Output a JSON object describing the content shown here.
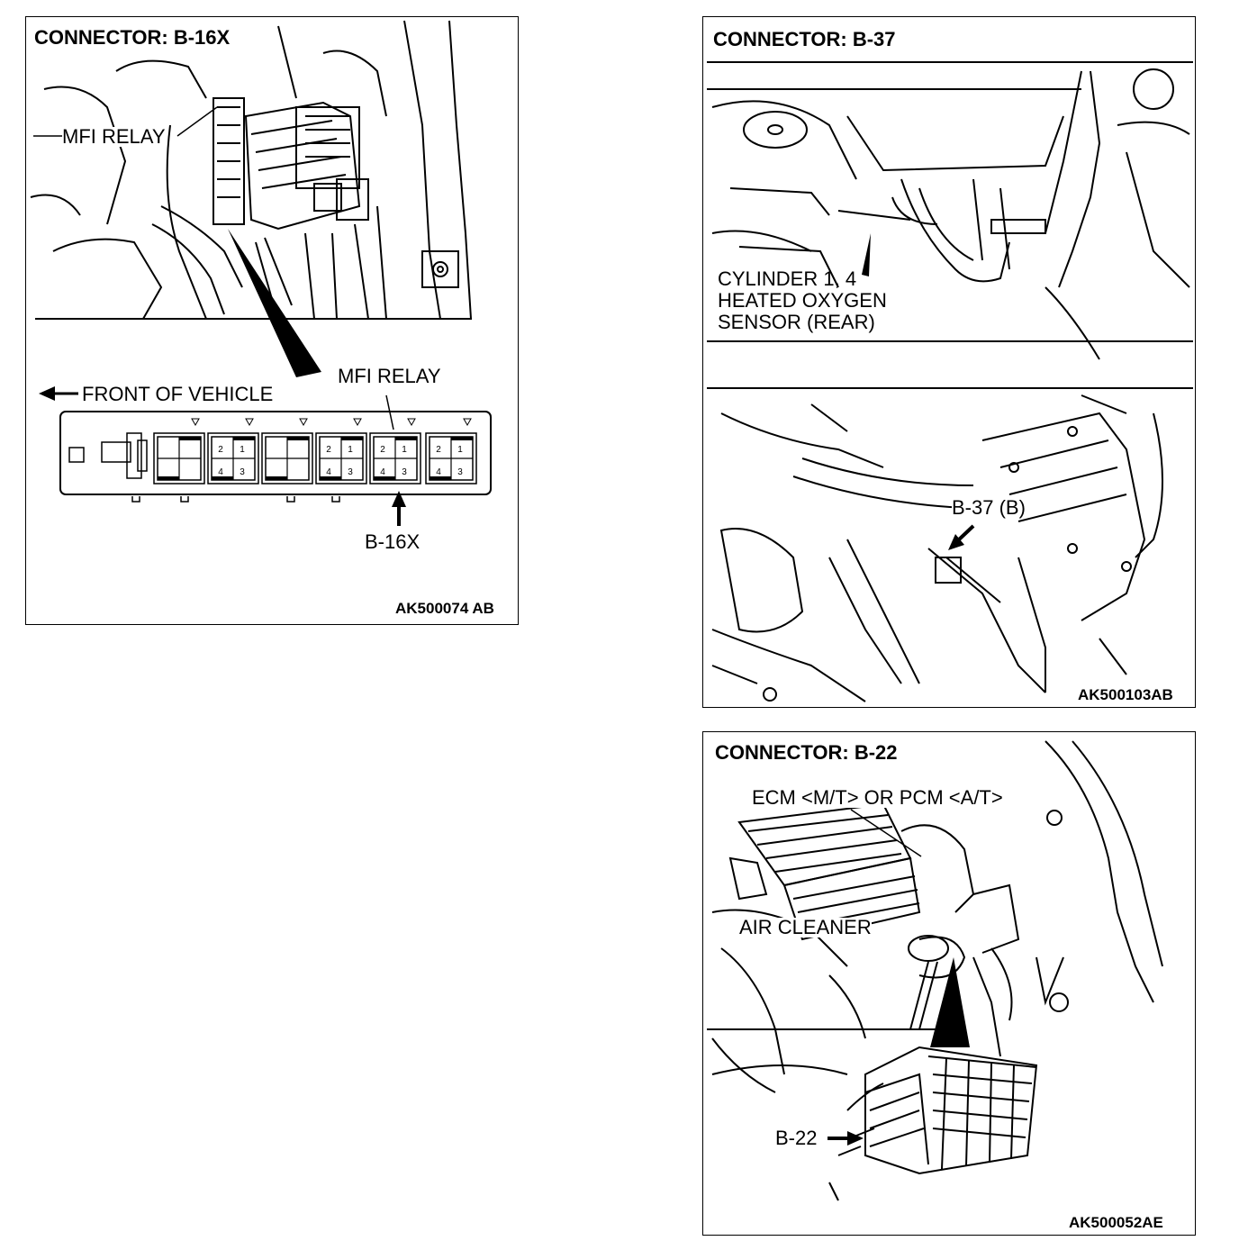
{
  "panel_b16x": {
    "title": "CONNECTOR: B-16X",
    "mfi_relay_top": "MFI RELAY",
    "mfi_relay_bottom": "MFI RELAY",
    "front_of_vehicle": "FRONT OF VEHICLE",
    "connector_label": "B-16X",
    "code": "AK500074 AB",
    "relay_pins": [
      "2",
      "1",
      "4",
      "3"
    ]
  },
  "panel_b37": {
    "title": "CONNECTOR: B-37",
    "sensor_line1": "CYLINDER 1, 4",
    "sensor_line2": "HEATED OXYGEN",
    "sensor_line3": "SENSOR (REAR)",
    "connector_label": "B-37 (B)",
    "code": "AK500103AB"
  },
  "panel_b22": {
    "title": "CONNECTOR: B-22",
    "ecm_label": "ECM <M/T> OR PCM <A/T>",
    "air_cleaner": "AIR CLEANER",
    "connector_label": "B-22",
    "code": "AK500052AE"
  }
}
